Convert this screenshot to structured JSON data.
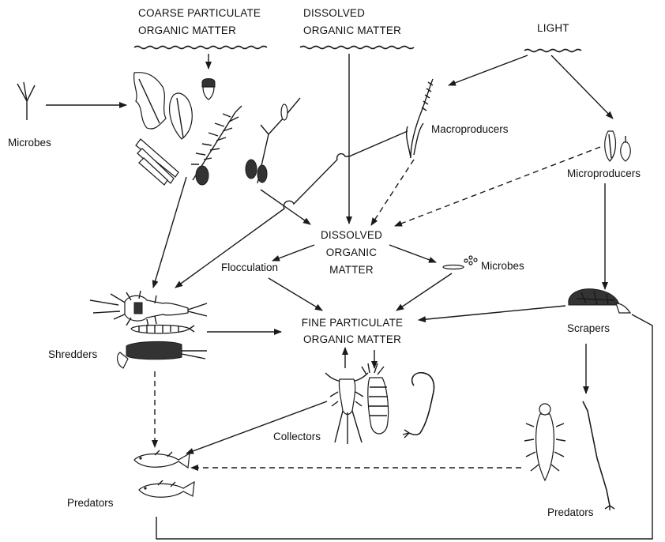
{
  "labels": {
    "cpom_1": "COARSE PARTICULATE",
    "cpom_2": "ORGANIC MATTER",
    "dom_top_1": "DISSOLVED",
    "dom_top_2": "ORGANIC MATTER",
    "light": "LIGHT",
    "microbes_left": "Microbes",
    "macroproducers": "Macroproducers",
    "microproducers": "Microproducers",
    "dom_center_1": "DISSOLVED",
    "dom_center_2": "ORGANIC",
    "dom_center_3": "MATTER",
    "flocculation": "Flocculation",
    "microbes_right": "Microbes",
    "fpom_1": "FINE PARTICULATE",
    "fpom_2": "ORGANIC MATTER",
    "shredders": "Shredders",
    "scrapers": "Scrapers",
    "collectors": "Collectors",
    "predators_left": "Predators",
    "predators_right": "Predators"
  },
  "icons": [
    "leaf-litter-icon",
    "acorn-icon",
    "twig-microbe-icon",
    "macrophyte-icon",
    "diatom-icon",
    "microbe-cluster-icon",
    "shredder-stonefly-icon",
    "caddisfly-icon",
    "scraper-snail-icon",
    "collector-mayfly-icon",
    "blackfly-larva-icon",
    "midge-larva-icon",
    "fish-icon",
    "predator-larva-icon"
  ]
}
